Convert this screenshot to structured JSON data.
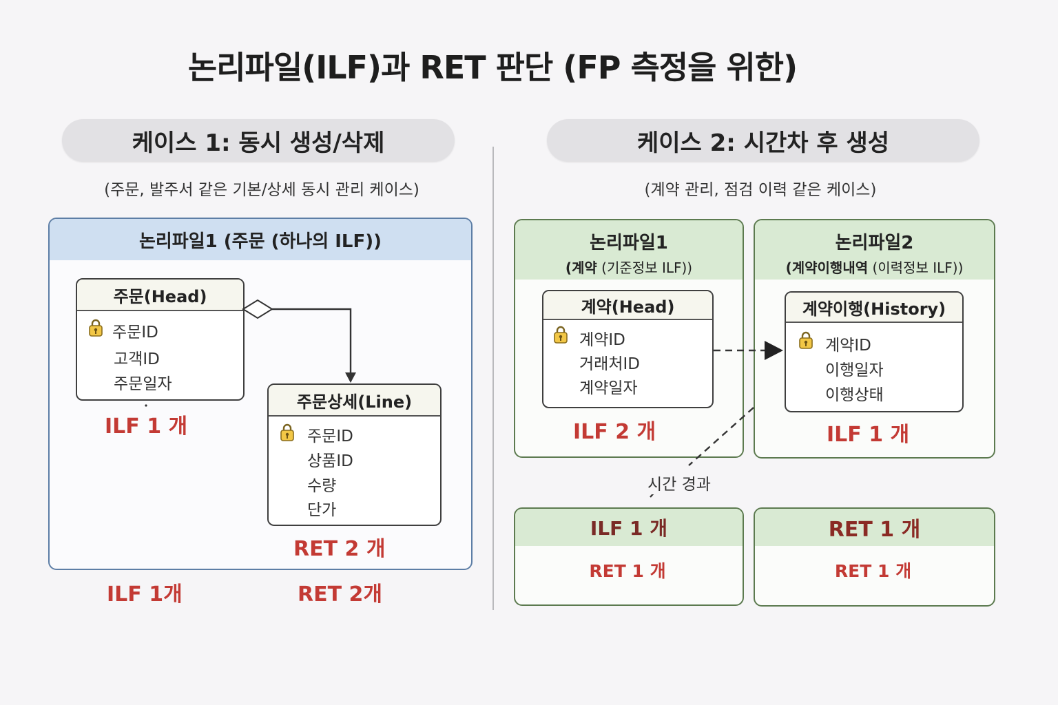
{
  "title": "논리파일(ILF)과 RET 판단 (FP 측정을 위한)",
  "case1": {
    "pill": "케이스 1: 동시 생성/삭제",
    "subtitle": "(주문, 발주서 같은 기본/상세 동시 관리 케이스)",
    "box_title": "논리파일1 (주문 (하나의 ILF))",
    "head_entity": {
      "title": "주문(Head)",
      "attrs": [
        "주문ID",
        "고객ID",
        "주문일자"
      ]
    },
    "line_entity": {
      "title": "주문상세(Line)",
      "attrs": [
        "주문ID",
        "상품ID",
        "수량",
        "단가"
      ]
    },
    "head_label": "ILF 1 개",
    "line_label": "RET 2 개",
    "bottom_ilf": "ILF 1개",
    "bottom_ret": "RET 2개"
  },
  "case2": {
    "pill": "케이스 2: 시간차 후 생성",
    "subtitle": "(계약 관리, 점검 이력 같은 케이스)",
    "file1": {
      "title": "논리파일1",
      "subtitle_bold": "(계약",
      "subtitle_rest": " (기준정보 ILF))",
      "entity": {
        "title": "계약(Head)",
        "attrs": [
          "계약ID",
          "거래처ID",
          "계약일자"
        ]
      },
      "label": "ILF 2 개"
    },
    "file2": {
      "title": "논리파일2",
      "subtitle_bold": "(계약이행내역",
      "subtitle_rest": " (이력정보 ILF))",
      "entity": {
        "title": "계약이행(History)",
        "attrs": [
          "계약ID",
          "이행일자",
          "이행상태"
        ]
      },
      "label": "ILF 1 개"
    },
    "time_label": "시간 경과",
    "result1": {
      "head": "ILF 1 개",
      "body": "RET 1 개"
    },
    "result2": {
      "head": "RET 1 개",
      "body": "RET 1 개"
    }
  },
  "icons": [
    "key-icon"
  ],
  "colors": {
    "accent_red": "#c33a34",
    "blue_header": "#cfdff1",
    "green_header": "#d9ead3"
  }
}
